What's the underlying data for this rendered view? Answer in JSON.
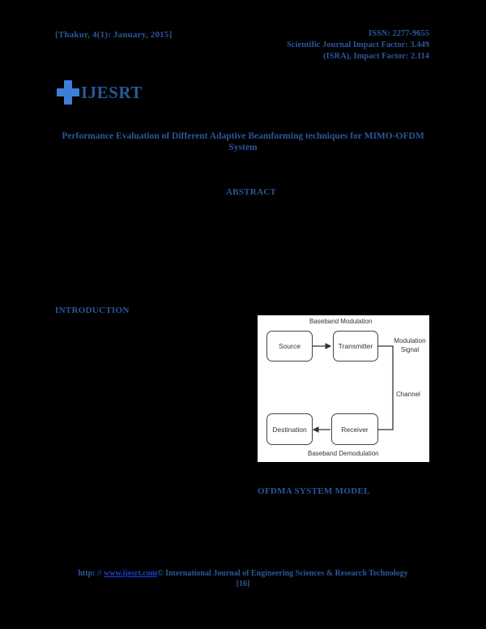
{
  "header": {
    "left": "[Thakur, 4(1): January, 2015]",
    "right_lines": [
      "ISSN: 2277-9655",
      "Scientific Journal Impact Factor: 3.449",
      "(ISRA), Impact Factor: 2.114"
    ]
  },
  "logo": {
    "icon": "plus-cross-icon",
    "text": "IJESRT"
  },
  "paper": {
    "title_line1": "Performance Evaluation of Different Adaptive Beamforming techniques for MIMO-OFDM",
    "title_line2": "System"
  },
  "sections": {
    "abstract": "ABSTRACT",
    "introduction": "INTRODUCTION",
    "ofdm_model": "OFDMA SYSTEM MODEL"
  },
  "figure": {
    "top_label": "Baseband Modulation",
    "bottom_label": "Baseband Demodulation",
    "side_label_1": "Modulation",
    "side_label_2": "Signal",
    "channel_label": "Channel",
    "boxes": {
      "source": "Source",
      "transmitter": "Transmitter",
      "receiver": "Receiver",
      "destination": "Destination"
    }
  },
  "footer": {
    "prefix": "http: // ",
    "link": "www.ijesrt.com",
    "suffix": "© International Journal of Engineering Sciences & Research Technology",
    "page": "[16]"
  },
  "colors": {
    "heading": "#2b579a",
    "link": "#1a3fd6",
    "logo_cross": "#3d7fd6",
    "background": "#000000"
  }
}
